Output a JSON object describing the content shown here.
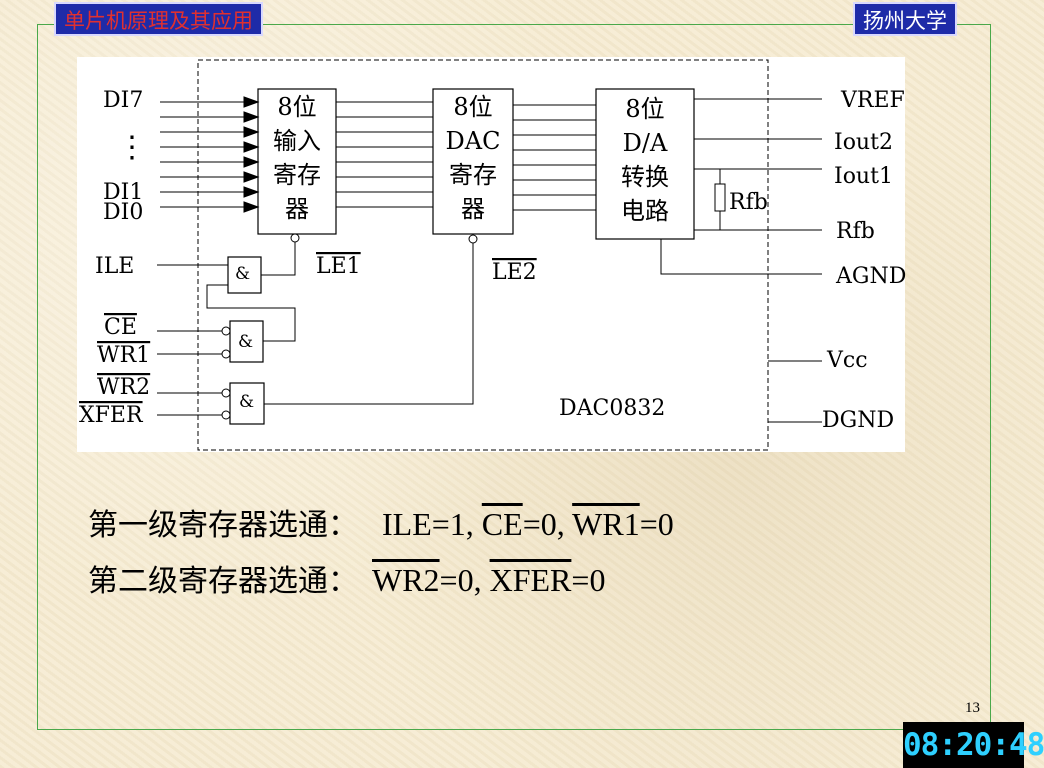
{
  "header": {
    "course_title": "单片机原理及其应用",
    "university": "扬州大学"
  },
  "diagram": {
    "blocks": {
      "input_register": [
        "8位",
        "输入",
        "寄存",
        "器"
      ],
      "dac_register": [
        "8位",
        "DAC",
        "寄存",
        "器"
      ],
      "da_converter": [
        "8位",
        "D/A",
        "转换",
        "电路"
      ]
    },
    "inputs": {
      "di7": "DI7",
      "dots": "⋮",
      "di1": "DI1",
      "di0": "DI0",
      "ile": "ILE",
      "ce": "CE",
      "wr1": "WR1",
      "wr2": "WR2",
      "xfer": "XFER"
    },
    "outputs": {
      "vref": "VREF",
      "iout2": "Iout2",
      "iout1": "Iout1",
      "rfb": "Rfb",
      "agnd": "AGND",
      "vcc": "Vcc",
      "dgnd": "DGND"
    },
    "internal": {
      "rfb_resistor": "Rfb",
      "le1": "LE1",
      "le2": "LE2",
      "and_symbol": "&"
    },
    "chip_name": "DAC0832"
  },
  "description": {
    "line1_label": "第一级寄存器选通：",
    "line1_sig_a": "ILE=1,",
    "line1_sig_b_bar": "CE",
    "line1_sig_b_rest": "=0,",
    "line1_sig_c_bar": "WR1",
    "line1_sig_c_rest": "=0",
    "line2_label": "第二级寄存器选通：",
    "line2_sig_a_bar": "WR2",
    "line2_sig_a_rest": "=0,",
    "line2_sig_b_bar": "XFER",
    "line2_sig_b_rest": "=0"
  },
  "footer": {
    "page_number": "13",
    "clock": "08:20:48"
  }
}
